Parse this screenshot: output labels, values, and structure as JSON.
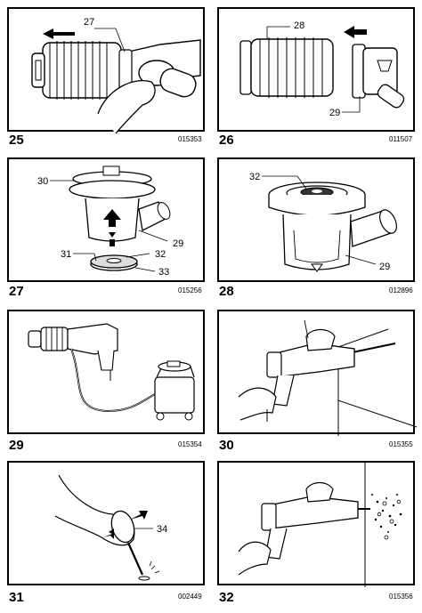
{
  "figures": [
    {
      "number": "25",
      "code": "015353",
      "callouts": [
        "27"
      ]
    },
    {
      "number": "26",
      "code": "011507",
      "callouts": [
        "28",
        "29"
      ]
    },
    {
      "number": "27",
      "code": "015256",
      "callouts": [
        "30",
        "31",
        "32",
        "29",
        "33"
      ]
    },
    {
      "number": "28",
      "code": "012896",
      "callouts": [
        "32",
        "29"
      ]
    },
    {
      "number": "29",
      "code": "015354",
      "callouts": []
    },
    {
      "number": "30",
      "code": "015355",
      "callouts": []
    },
    {
      "number": "31",
      "code": "002449",
      "callouts": [
        "34"
      ]
    },
    {
      "number": "32",
      "code": "015356",
      "callouts": []
    }
  ]
}
